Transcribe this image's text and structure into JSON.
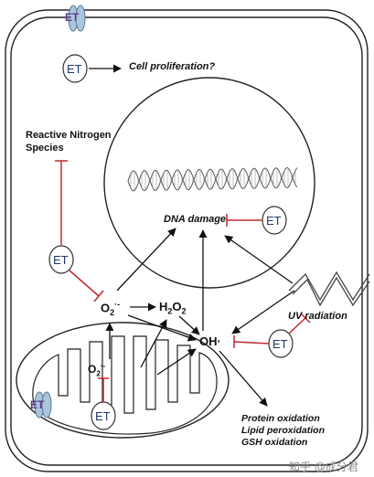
{
  "labels": {
    "cell_proliferation": "Cell proliferation?",
    "rns_line1": "Reactive Nitrogen",
    "rns_line2": "Species",
    "dna_damage": "DNA damage",
    "uv_radiation": "UV radiation",
    "protein_oxidation": "Protein oxidation",
    "lipid_peroxidation": "Lipid peroxidation",
    "gsh_oxidation": "GSH oxidation"
  },
  "species": {
    "superoxide_main": "O",
    "superoxide_mito": "O",
    "o2_sub": "2",
    "o2_sup": "·-",
    "h2o2_h": "H",
    "h2o2_2a": "2",
    "h2o2_o": "O",
    "h2o2_2b": "2",
    "hydroxyl": "OH·"
  },
  "et_label": "ET",
  "watermark": "知乎 @成分君",
  "colors": {
    "inhibit_red": "#c0282d",
    "outline": "#1a1a1a",
    "et_text": "#1f3a6e",
    "membrane_blue": "#a9c6dd",
    "membrane_purple": "#5a3c8a"
  }
}
